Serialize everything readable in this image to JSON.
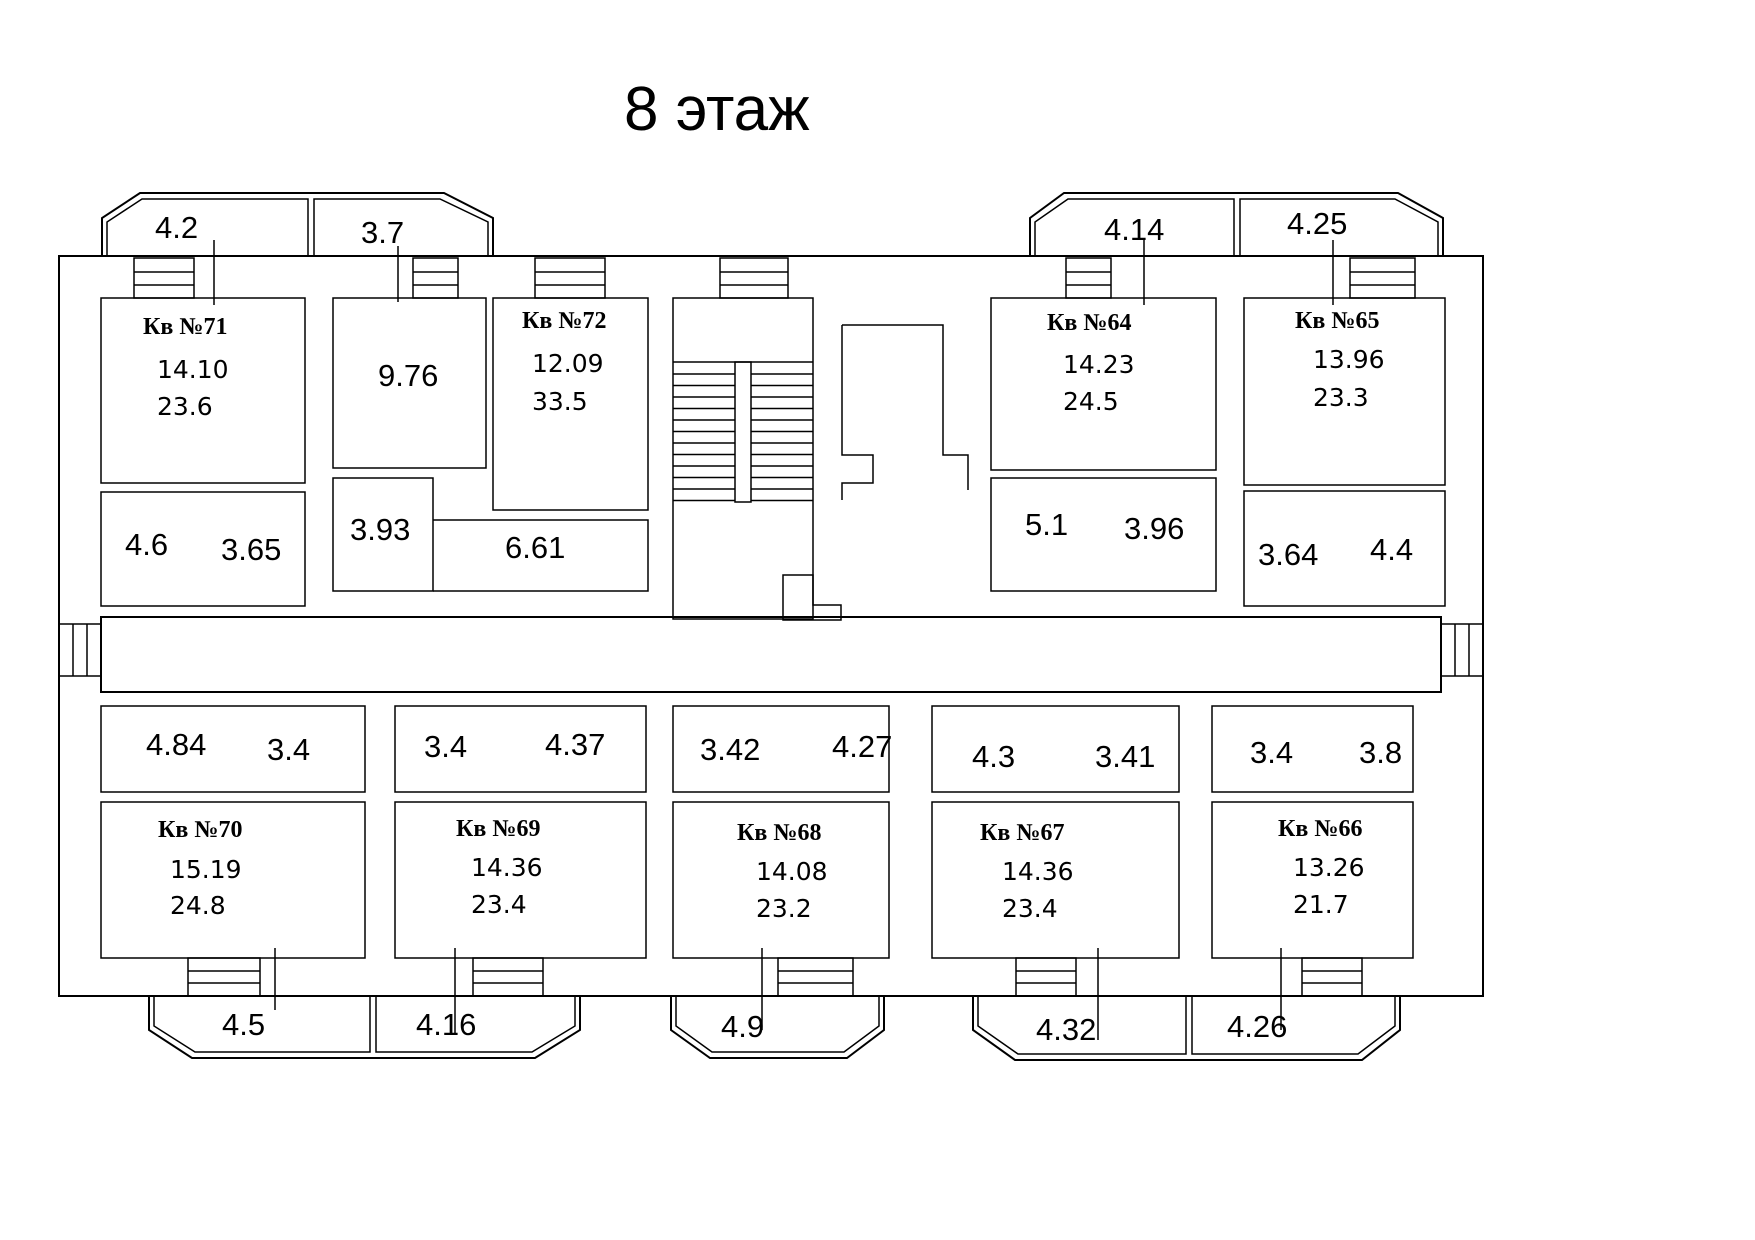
{
  "title": "8 этаж",
  "colors": {
    "line": "#000000",
    "background": "#ffffff"
  },
  "apartments": [
    {
      "label": "Кв №71",
      "living": "14.10",
      "total": "23.6",
      "rooms": [
        "4.6",
        "3.65"
      ],
      "balcony": "4.2"
    },
    {
      "label": "Кв №72",
      "living": "12.09",
      "total": "33.5",
      "rooms": [
        "9.76",
        "3.93",
        "6.61"
      ],
      "balcony": "3.7"
    },
    {
      "label": "Кв №64",
      "living": "14.23",
      "total": "24.5",
      "rooms": [
        "5.1",
        "3.96"
      ],
      "balcony": "4.14"
    },
    {
      "label": "Кв №65",
      "living": "13.96",
      "total": "23.3",
      "rooms": [
        "3.64",
        "4.4"
      ],
      "balcony": "4.25"
    },
    {
      "label": "Кв №70",
      "living": "15.19",
      "total": "24.8",
      "rooms": [
        "4.84",
        "3.4"
      ],
      "balcony": "4.5"
    },
    {
      "label": "Кв №69",
      "living": "14.36",
      "total": "23.4",
      "rooms": [
        "3.4",
        "4.37"
      ],
      "balcony": "4.16"
    },
    {
      "label": "Кв №68",
      "living": "14.08",
      "total": "23.2",
      "rooms": [
        "3.42",
        "4.27"
      ],
      "balcony": "4.9"
    },
    {
      "label": "Кв №67",
      "living": "14.36",
      "total": "23.4",
      "rooms": [
        "4.3",
        "3.41"
      ],
      "balcony": "4.32"
    },
    {
      "label": "Кв №66",
      "living": "13.26",
      "total": "21.7",
      "rooms": [
        "3.4",
        "3.8"
      ],
      "balcony": "4.26"
    }
  ]
}
